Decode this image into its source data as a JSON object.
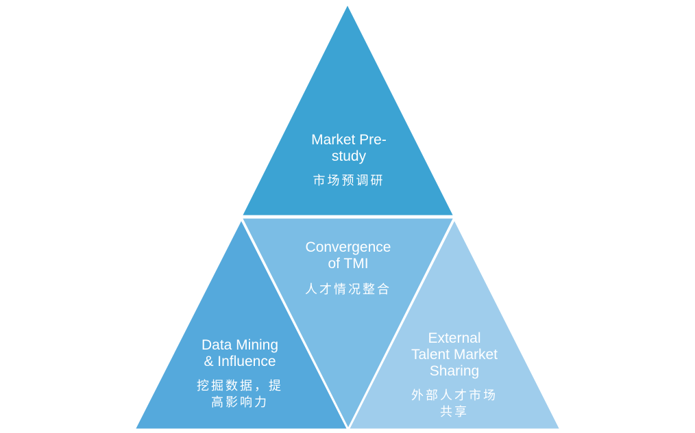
{
  "colors": {
    "top": "#3ca3d3",
    "middle": "#7bbde5",
    "left": "#55a9dc",
    "right": "#9fcdec",
    "stroke": "#ffffff"
  },
  "diagram": {
    "top": {
      "title": "Market Pre-\nstudy",
      "subtitle": "市场预调研"
    },
    "middle": {
      "title": "Convergence\nof TMI",
      "subtitle": "人才情况整合"
    },
    "left": {
      "title": "Data Mining\n& Influence",
      "subtitle": "挖掘数据，提\n高影响力"
    },
    "right": {
      "title": "External\nTalent Market\nSharing",
      "subtitle": "外部人才市场\n共享"
    }
  }
}
